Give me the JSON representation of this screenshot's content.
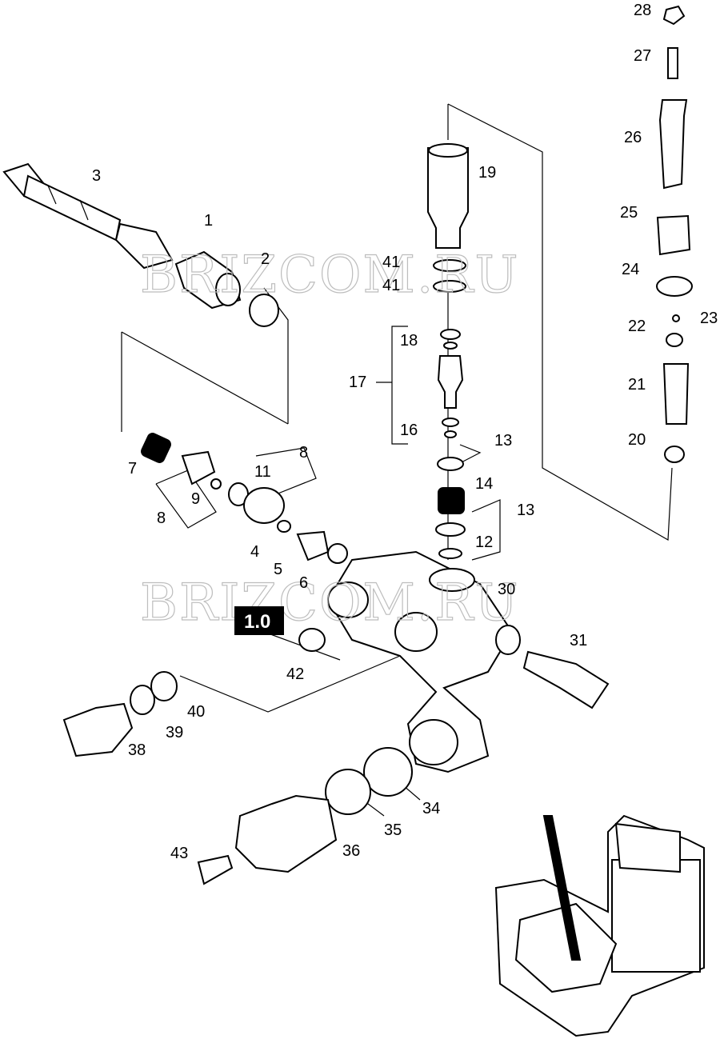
{
  "diagram": {
    "watermark_text": "BRIZCOM.RU",
    "section_badge": "1.0",
    "callouts": [
      "1",
      "2",
      "3",
      "4",
      "5",
      "6",
      "7",
      "8",
      "8",
      "9",
      "11",
      "12",
      "13",
      "13",
      "14",
      "16",
      "17",
      "18",
      "19",
      "20",
      "21",
      "22",
      "23",
      "24",
      "25",
      "26",
      "27",
      "28",
      "30",
      "31",
      "34",
      "35",
      "36",
      "38",
      "39",
      "40",
      "41",
      "41",
      "42",
      "43"
    ]
  }
}
